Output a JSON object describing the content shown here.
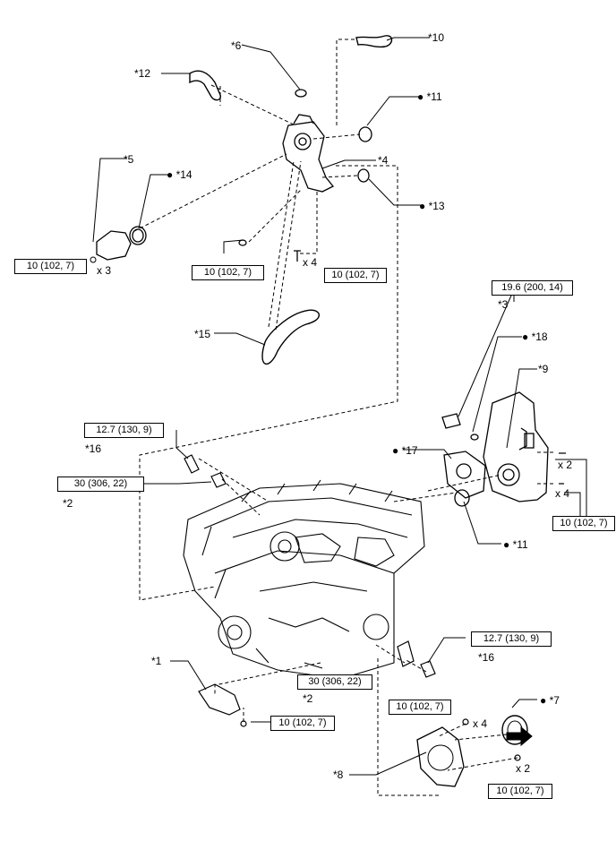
{
  "parts": {
    "p1": "*1",
    "p2a": "*2",
    "p2b": "*2",
    "p3": "*3",
    "p4": "*4",
    "p5": "*5",
    "p6": "*6",
    "p7": "● *7",
    "p8": "*8",
    "p9": "*9",
    "p10": "*10",
    "p11a": "● *11",
    "p11b": "● *11",
    "p12": "*12",
    "p13": "● *13",
    "p14": "● *14",
    "p15": "*15",
    "p16a": "*16",
    "p16b": "*16",
    "p17": "● *17",
    "p18": "● *18"
  },
  "torques": {
    "t_top_left": "10 (102, 7)",
    "t_outlet_nut": "10 (102, 7)",
    "t_outlet_bolts": "10 (102, 7)",
    "t_sensor": "19.6 (200, 14)",
    "t_housing": "10 (102, 7)",
    "t_plug_left": "12.7 (130, 9)",
    "t_union_left": "30 (306, 22)",
    "t_plug_right": "12.7 (130, 9)",
    "t_union_right": "30 (306, 22)",
    "t_cam_sensor": "10 (102, 7)",
    "t_retainer_a": "10 (102, 7)",
    "t_retainer_b": "10 (102, 7)"
  },
  "quantities": {
    "q_x3": "x 3",
    "q_x4a": "x 4",
    "q_x2a": "x 2",
    "q_x4b": "x 4",
    "q_x4c": "x 4",
    "q_x2b": "x 2"
  }
}
